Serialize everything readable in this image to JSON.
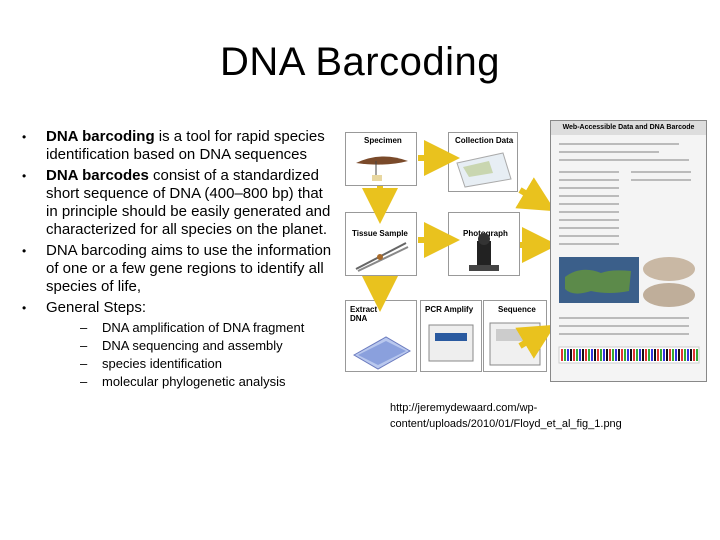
{
  "title": "DNA Barcoding",
  "bullets": [
    {
      "bold": "DNA barcoding",
      "rest": " is a tool for rapid species identification based on DNA sequences"
    },
    {
      "bold": "DNA barcodes",
      "rest": " consist of a standardized short sequence of DNA (400–800 bp) that in principle should be easily generated and characterized for all species on the planet."
    },
    {
      "bold": "",
      "rest": "DNA barcoding aims to use the information of one or a few gene regions to identify all species of life,"
    },
    {
      "bold": "",
      "rest": "General Steps:"
    }
  ],
  "steps": [
    "DNA amplification of DNA fragment",
    "DNA sequencing and assembly",
    "species identification",
    "molecular phylogenetic analysis"
  ],
  "figure": {
    "labels": {
      "specimen": "Specimen",
      "collection": "Collection Data",
      "tissue": "Tissue Sample",
      "photograph": "Photograph",
      "extract": "Extract DNA",
      "pcr": "PCR Amplify",
      "sequence": "Sequence",
      "web": "Web-Accessible Data and DNA Barcode"
    }
  },
  "caption": "http://jeremydewaard.com/wp-content/uploads/2010/01/Floyd_et_al_fig_1.png"
}
